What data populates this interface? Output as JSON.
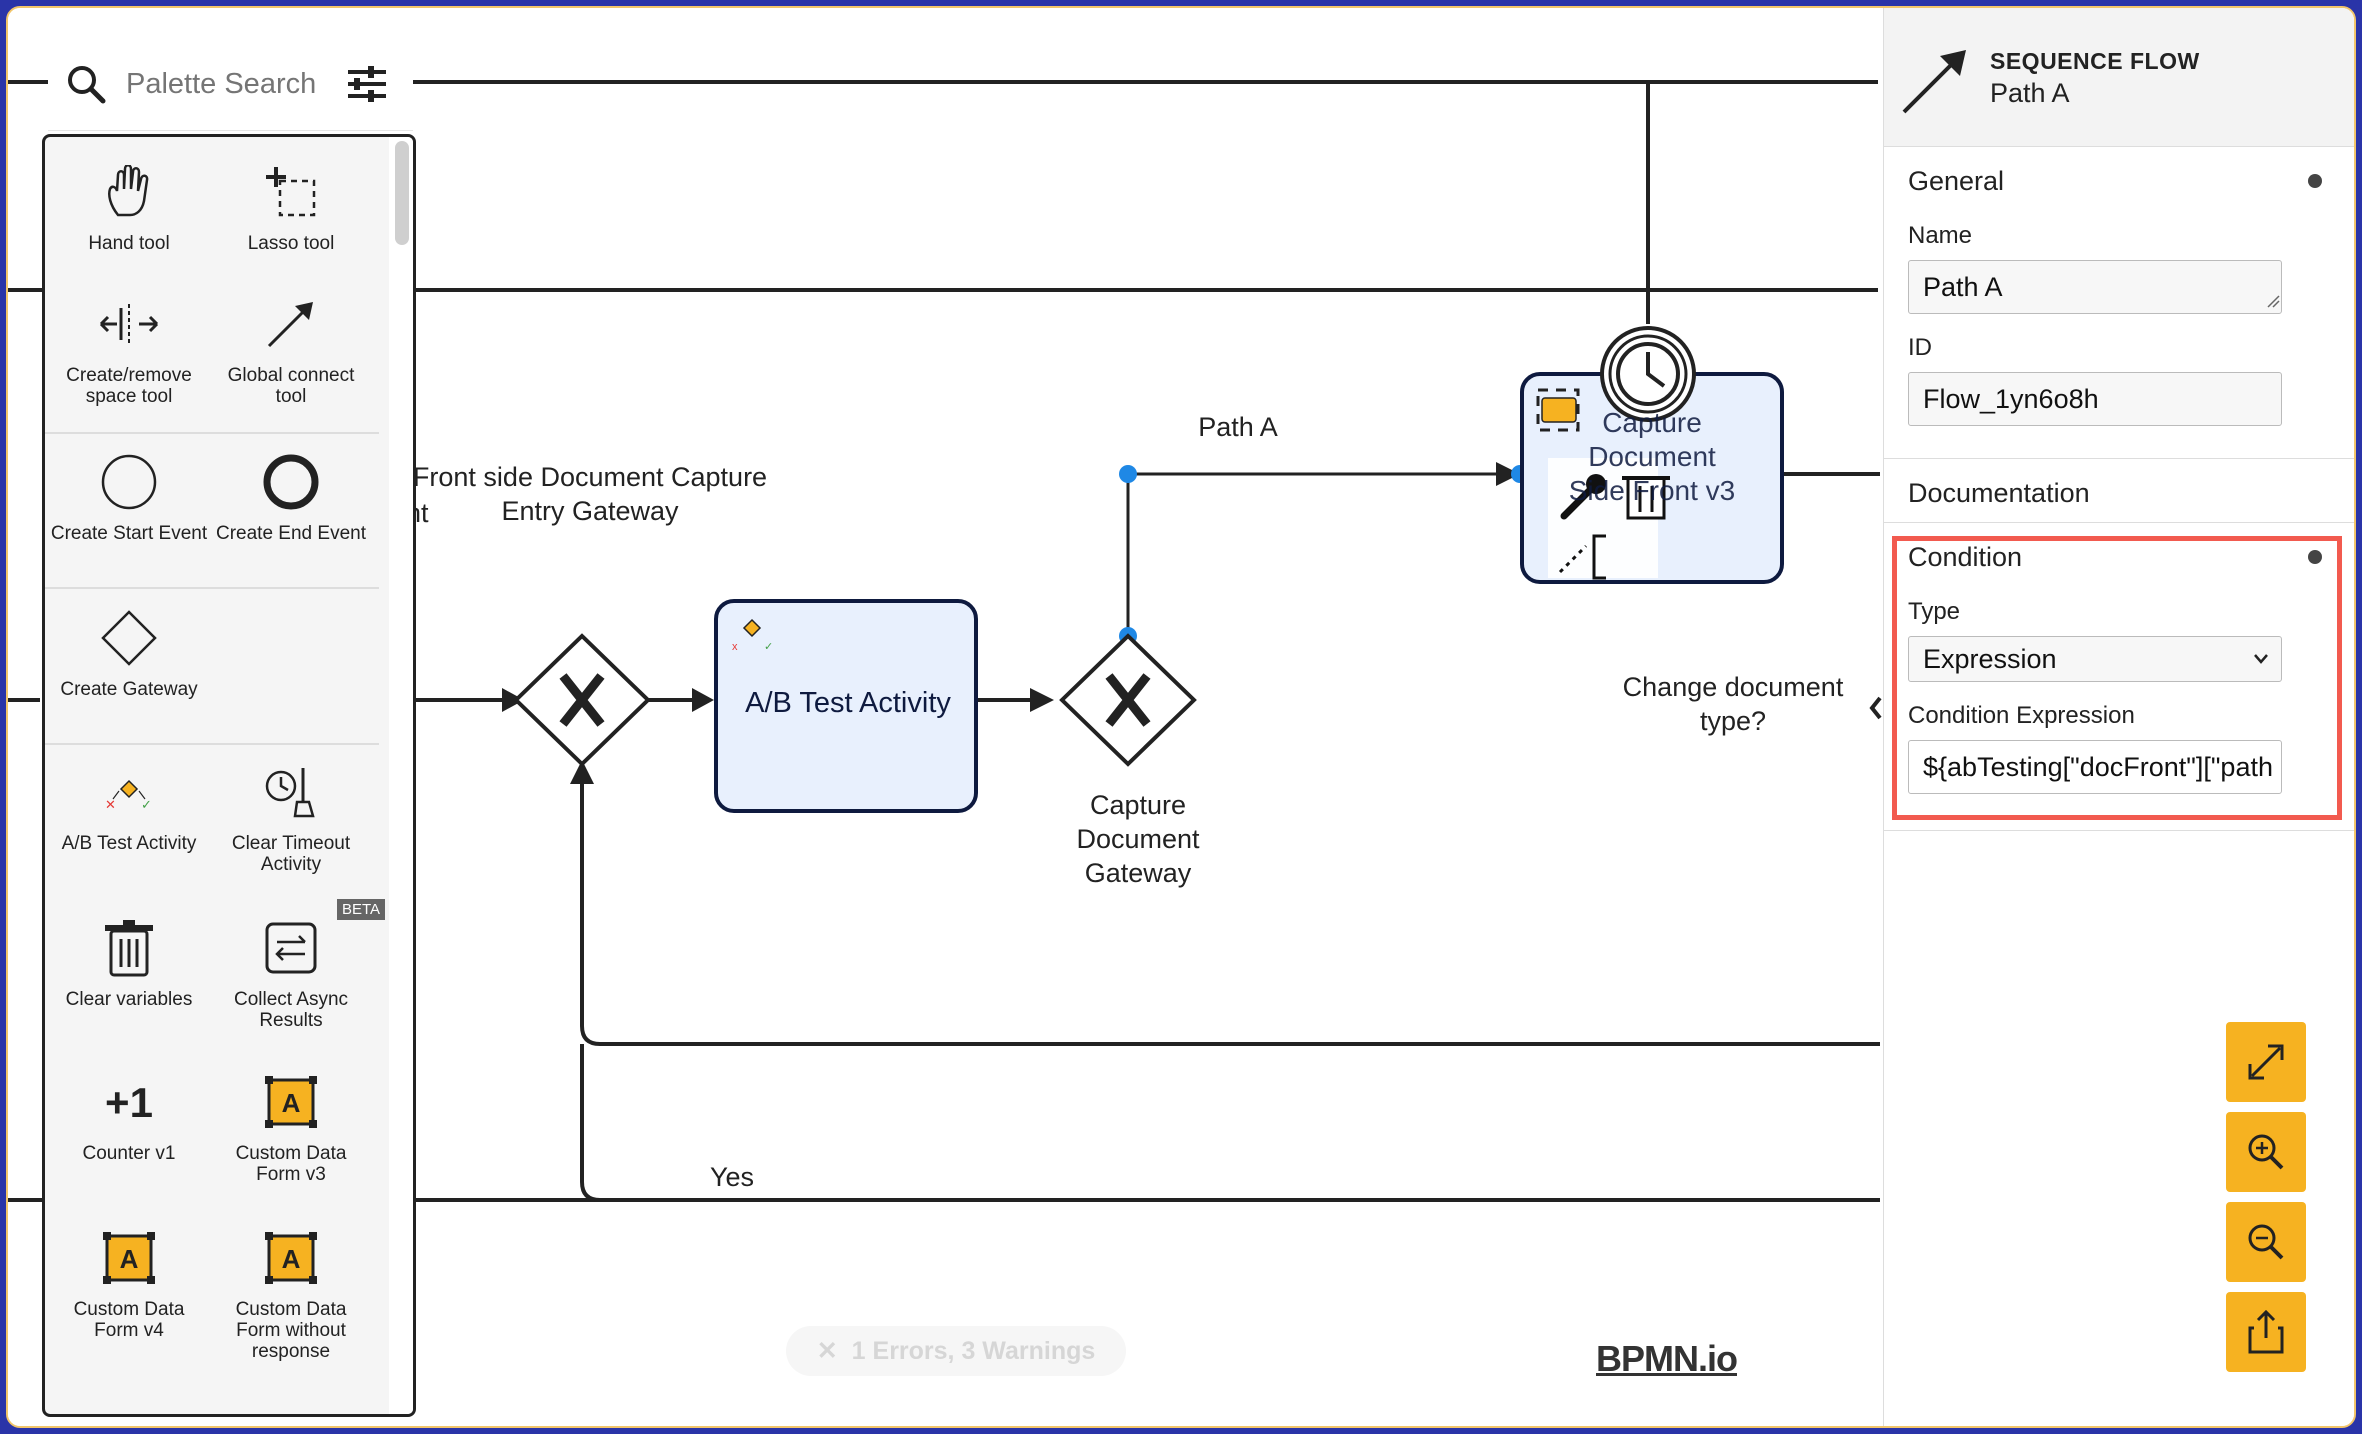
{
  "palette": {
    "search_placeholder": "Palette Search",
    "items": [
      {
        "label": "Hand tool",
        "icon": "hand-icon"
      },
      {
        "label": "Lasso tool",
        "icon": "lasso-icon"
      },
      {
        "label": "Create/remove space tool",
        "icon": "space-tool-icon"
      },
      {
        "label": "Global connect tool",
        "icon": "connect-arrow-icon"
      },
      {
        "label": "Create Start Event",
        "icon": "start-event-icon"
      },
      {
        "label": "Create End Event",
        "icon": "end-event-icon"
      },
      {
        "label": "Create Gateway",
        "icon": "gateway-icon"
      },
      {
        "label": "A/B Test Activity",
        "icon": "ab-test-icon"
      },
      {
        "label": "Clear Timeout Activity",
        "icon": "clear-timeout-icon"
      },
      {
        "label": "Clear variables",
        "icon": "trash-icon"
      },
      {
        "label": "Collect Async Results",
        "icon": "collect-async-icon",
        "badge": "BETA"
      },
      {
        "label": "Counter v1",
        "icon": "counter-icon",
        "glyph": "+1"
      },
      {
        "label": "Custom Data Form v3",
        "icon": "custom-form-icon"
      },
      {
        "label": "Custom Data Form v4",
        "icon": "custom-form-icon"
      },
      {
        "label": "Custom Data Form without response",
        "icon": "custom-form-icon"
      }
    ]
  },
  "diagram": {
    "gateway1_label": "Front side Document Capture Entry Gateway",
    "activity_label": "A/B Test Activity",
    "gateway2_label": "Capture Document Gateway",
    "path_a_label": "Path A",
    "task_label": "Capture Document Side Front v3",
    "change_doc_label": "Change document type?",
    "yes_label": "Yes",
    "partial_label": "nt"
  },
  "properties": {
    "element_type": "SEQUENCE FLOW",
    "element_name": "Path A",
    "general": {
      "title": "General",
      "name_label": "Name",
      "name_value": "Path A",
      "id_label": "ID",
      "id_value": "Flow_1yn6o8h"
    },
    "documentation_title": "Documentation",
    "condition": {
      "title": "Condition",
      "type_label": "Type",
      "type_value": "Expression",
      "expression_label": "Condition Expression",
      "expression_value": "${abTesting[\"docFront\"][\"path"
    }
  },
  "status": {
    "issues": "1 Errors, 3 Warnings"
  },
  "logo": "BPMN.io",
  "colors": {
    "accent": "#f6b221",
    "highlight": "#f25a4f",
    "task_fill": "#e8f0fd",
    "task_stroke": "#0e1a3f",
    "selection": "#1f88e5"
  }
}
